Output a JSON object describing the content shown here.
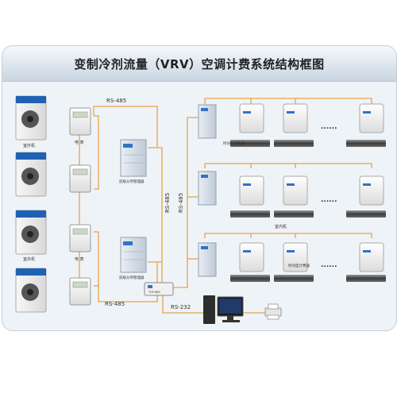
{
  "title": "变制冷剂流量（VRV）空调计费系统结构框图",
  "labels": {
    "rs485_top": "RS-485",
    "rs485_bottom": "RS-485",
    "rs485_vertical_left": "RS-485",
    "rs485_vertical_right": "RS-485",
    "rs232": "RS-232",
    "outdoor_unit_1": "室外机",
    "outdoor_unit_2": "室外机",
    "meter_1": "电 表",
    "meter_2": "电 表",
    "manager_top": "前级分项管理器",
    "manager_bottom": "前级分项管理器",
    "collector_label": "时间型采集器",
    "indoor_unit_label": "室内机",
    "timer_label": "时间型计费器",
    "converter_label": "TCP-485",
    "ellipsis": "......"
  },
  "colors": {
    "line": "#e8a34a",
    "box_blue": "#2f74c8",
    "panel_border": "#c4ced8",
    "title_bg": "#c9d6e2"
  }
}
